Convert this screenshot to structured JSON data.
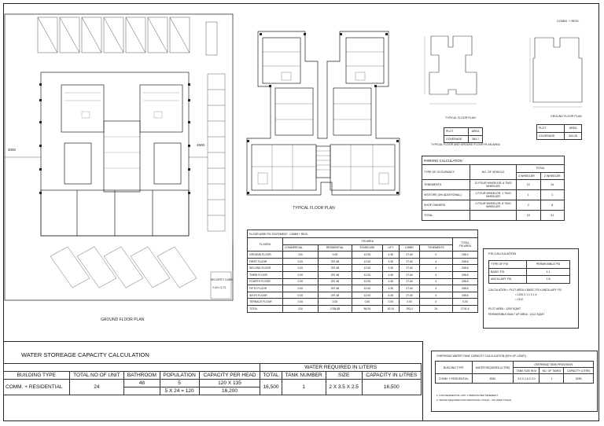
{
  "drawing": {
    "ground_plan_title": "GROUND FLOOR PLAN",
    "typical_plan_title": "TYPICAL FLOOR PLAN",
    "dim_left": "3000",
    "dim_right": "4500",
    "security_label": "SECURITY CABIN",
    "security_size": "2.43 x 3.73"
  },
  "mini_plans": {
    "header": "COMM. + RESI.",
    "typical_title": "TYPICAL FLOOR PLAN",
    "ground_title": "GROUND FLOOR PLAN",
    "area_caption": "TYPICAL FLOOR AND GROUND FLOOR PLAN AREA",
    "t1": {
      "r1": [
        "PLOT",
        "AREA"
      ],
      "r2": [
        "COVERAGE",
        "364.?"
      ]
    },
    "t2": {
      "r1": [
        "PLOT",
        "AREA"
      ],
      "r2": [
        "COVERAGE",
        "344.40"
      ]
    }
  },
  "parking": {
    "title": "PARKING CALCULATION",
    "h_occupancy": "TYPE OF OCCUPANCY",
    "h_vehicle": "NO. OF VEHICLE",
    "h_total": "TOTAL",
    "h_4w": "4 WHEELER",
    "h_2w": "2 WHEELER",
    "rows": [
      [
        "TENEMENTS",
        "12 FOUR WHEELER, 8 TWO WHEELER",
        "12",
        "24"
      ],
      [
        "VISITORS (3% ADDITIONAL)",
        "1 FOUR WHEELER, 1 TWO WHEELER",
        "1",
        "1"
      ],
      [
        "SHOP OWNERS",
        "2 FOUR WHEELER, 8 TWO WHEELER",
        "2",
        "8"
      ],
      [
        "TOTAL",
        "",
        "15",
        "31"
      ]
    ]
  },
  "fsi_statement": {
    "title": "FLOOR WISE FSI STATEMENT : COMM + RESI.",
    "h_floors": "FLOORS",
    "h_fsi_area": "FSI AREA",
    "h_total": "TOTAL",
    "h_total2": "FSI AREA",
    "cols": [
      "COMMERCIAL",
      "RESIDENTIAL",
      "STAIRCASE",
      "LIFT",
      "LOBBY",
      "TENEMENTS"
    ],
    "rows": [
      [
        "GROUND FLOOR",
        "124",
        "0.00",
        "12.00",
        "4.30",
        "27.60",
        "0",
        "168.2"
      ],
      [
        "FIRST FLOOR",
        "0.00",
        "297.48",
        "12.00",
        "4.30",
        "27.60",
        "4",
        "338.8"
      ],
      [
        "SECOND FLOOR",
        "0.00",
        "297.48",
        "12.00",
        "4.30",
        "27.60",
        "4",
        "338.8"
      ],
      [
        "THIRD FLOOR",
        "0.00",
        "297.48",
        "12.00",
        "4.30",
        "27.60",
        "4",
        "338.8"
      ],
      [
        "FOURTH FLOOR",
        "0.00",
        "297.48",
        "12.00",
        "4.30",
        "27.60",
        "4",
        "338.8"
      ],
      [
        "FIFTH FLOOR",
        "0.00",
        "297.48",
        "12.00",
        "4.30",
        "27.60",
        "4",
        "338.8"
      ],
      [
        "SIXTH FLOOR",
        "0.00",
        "297.48",
        "12.00",
        "4.30",
        "27.60",
        "4",
        "338.8"
      ],
      [
        "TERRACE FLOOR",
        "0.00",
        "0.00",
        "0.00",
        "0.00",
        "0.00",
        "0",
        "0.00"
      ],
      [
        "TOTAL",
        "124",
        "1784.88",
        "84.00",
        "30.10",
        "193.2",
        "24",
        "2741.6"
      ]
    ]
  },
  "fsi_calc": {
    "title": "FSI CALCULATION",
    "h_type": "TYPE OF FSI",
    "h_perm": "PERMISSIBLE FSI",
    "rows": [
      [
        "BASIC FSI",
        "1.1"
      ],
      [
        "ANCILLARY FSI",
        "1.6"
      ]
    ],
    "calc1": "CALCULATION = PLOT AREA X BASIC FSI X ANCILLARY FSI",
    "calc2": "= 1200 X 1.1 X 1.6",
    "calc3": "= 2112",
    "plot_area": "PLOT AREA : 1200 SQMT",
    "permissible": "PERMISSIBLE BUILT UP AREA : 2112 SQMT"
  },
  "water": {
    "title": "WATER STOREAGE CAPACITY CALCULATION",
    "group_header": "WATER REQUIRED IN LITERS",
    "headers": [
      "BUILDING TYPE",
      "TOTAL NO OF UNIT",
      "BATHROOM",
      "POPULATION",
      "CAPACITY PER HEAD",
      "TOTAL",
      "TANK NUMBER",
      "SIZE",
      "CAPACITY IN LITRES"
    ],
    "building_type": "COMM. + RESIDENTIAL",
    "units": "24",
    "bathroom": "48",
    "population1": "5",
    "population2": "5 X 24 = 120",
    "cap1": "120 X 135",
    "cap2": "16,200",
    "total": "16,500",
    "tank": "1",
    "size": "2 X 3.5 X 2.5",
    "capacity": "16,500"
  },
  "ohwt": {
    "title": "OVERHEAD WATER TANK CAPACITY CALCULATION (30% OF UGWT)",
    "h_building": "BUILDING TYPE",
    "h_water": "WATER REQUIRED (LITRE)",
    "h_provision": "OVERHEAD TANK PROVISION",
    "h_size": "TANK SIZE IN M",
    "h_no": "NO. OF TANKS",
    "h_cap": "CAPACITY (LITRE)",
    "row": [
      "COMM. + RESIDENTIAL",
      "8250",
      "3.0 X 1.6 X 2.0",
      "1",
      "8250"
    ],
    "note1": "1. FOR RESIDENTIAL UNIT 1 PERSON PER TENEMENT",
    "note2": "2. WATER REQUIRED FOR ADDITIONAL TOILET - 270 (PER TOILET)"
  }
}
